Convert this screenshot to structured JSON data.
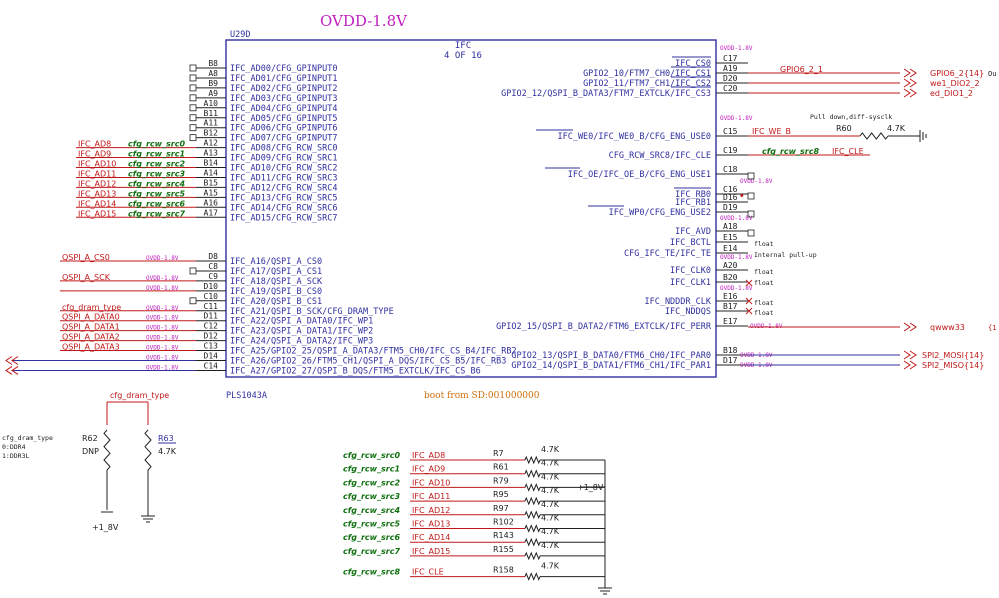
{
  "colors": {
    "blue": "#3030a0",
    "red": "#c01818",
    "green": "#107010",
    "pink": "#c020c0",
    "orange": "#d07010",
    "black": "#202020"
  },
  "header": {
    "title": "OVDD-1.8V",
    "ref": "U29D",
    "block": "IFC",
    "part": "4 OF 16",
    "footer": "PLS1043A"
  },
  "boot_note": "boot from SD:001000000",
  "rail": "OVDD-1.8V",
  "left_pins": [
    {
      "pin": "B8",
      "name": "IFC_AD00/CFG_GPINPUT0",
      "net": "",
      "sig": "",
      "nc": true
    },
    {
      "pin": "A8",
      "name": "IFC_AD01/CFG_GPINPUT1",
      "net": "",
      "sig": "",
      "nc": true
    },
    {
      "pin": "B9",
      "name": "IFC_AD02/CFG_GPINPUT2",
      "net": "",
      "sig": "",
      "nc": true
    },
    {
      "pin": "A9",
      "name": "IFC_AD03/CFG_GPINPUT3",
      "net": "",
      "sig": "",
      "nc": true
    },
    {
      "pin": "A10",
      "name": "IFC_AD04/CFG_GPINPUT4",
      "net": "",
      "sig": "",
      "nc": true
    },
    {
      "pin": "B11",
      "name": "IFC_AD05/CFG_GPINPUT5",
      "net": "",
      "sig": "",
      "nc": true
    },
    {
      "pin": "A11",
      "name": "IFC_AD06/CFG_GPINPUT6",
      "net": "",
      "sig": "",
      "nc": true
    },
    {
      "pin": "B12",
      "name": "IFC_AD07/CFG_GPINPUT7",
      "net": "",
      "sig": "",
      "nc": true
    },
    {
      "pin": "A12",
      "name": "IFC_AD08/CFG_RCW_SRC0",
      "net": "IFC_AD8",
      "sig": "cfg_rcw_src0",
      "nc": false
    },
    {
      "pin": "A13",
      "name": "IFC_AD09/CFG_RCW_SRC1",
      "net": "IFC_AD9",
      "sig": "cfg_rcw_src1",
      "nc": false
    },
    {
      "pin": "B14",
      "name": "IFC_AD10/CFG_RCW_SRC2",
      "net": "IFC_AD10",
      "sig": "cfg_rcw_src2",
      "nc": false
    },
    {
      "pin": "A14",
      "name": "IFC_AD11/CFG_RCW_SRC3",
      "net": "IFC_AD11",
      "sig": "cfg_rcw_src3",
      "nc": false
    },
    {
      "pin": "B15",
      "name": "IFC_AD12/CFG_RCW_SRC4",
      "net": "IFC_AD12",
      "sig": "cfg_rcw_src4",
      "nc": false
    },
    {
      "pin": "A15",
      "name": "IFC_AD13/CFG_RCW_SRC5",
      "net": "IFC_AD13",
      "sig": "cfg_rcw_src5",
      "nc": false
    },
    {
      "pin": "A16",
      "name": "IFC_AD14/CFG_RCW_SRC6",
      "net": "IFC_AD14",
      "sig": "cfg_rcw_src6",
      "nc": false
    },
    {
      "pin": "A17",
      "name": "IFC_AD15/CFG_RCW_SRC7",
      "net": "IFC_AD15",
      "sig": "cfg_rcw_src7",
      "nc": false
    }
  ],
  "left_pins2": [
    {
      "pin": "D8",
      "name": "IFC_A16/QSPI_A_CS0",
      "net": "QSPI_A_CS0",
      "rail": true,
      "nc": false
    },
    {
      "pin": "C8",
      "name": "IFC_A17/QSPI_A_CS1",
      "net": "",
      "rail": false,
      "nc": true
    },
    {
      "pin": "C9",
      "name": "IFC_A18/QSPI_A_SCK",
      "net": "QSPI_A_SCK",
      "rail": true,
      "nc": false
    },
    {
      "pin": "D10",
      "name": "IFC_A19/QSPI_B_CS0",
      "net": "",
      "rail": true,
      "nc": false
    },
    {
      "pin": "C10",
      "name": "IFC_A20/QSPI_B_CS1",
      "net": "",
      "rail": false,
      "nc": true
    },
    {
      "pin": "C11",
      "name": "IFC_A21/QSPI_B_SCK/CFG_DRAM_TYPE",
      "net": "cfg_dram_type",
      "rail": true,
      "nc": false
    },
    {
      "pin": "D11",
      "name": "IFC_A22/QSPI_A_DATA0/IFC_WP1",
      "net": "QSPI_A_DATA0",
      "rail": true,
      "nc": false
    },
    {
      "pin": "C12",
      "name": "IFC_A23/QSPI_A_DATA1/IFC_WP2",
      "net": "QSPI_A_DATA1",
      "rail": true,
      "nc": false
    },
    {
      "pin": "D12",
      "name": "IFC_A24/QSPI_A_DATA2/IFC_WP3",
      "net": "QSPI_A_DATA2",
      "rail": true,
      "nc": false
    },
    {
      "pin": "C13",
      "name": "IFC_A25/GPIO2_25/QSPI_A_DATA3/FTM5_CH0/IFC_CS_B4/IFC_RB2",
      "net": "QSPI_A_DATA3",
      "rail": true,
      "nc": false
    },
    {
      "pin": "D14",
      "name": "IFC_A26/GPIO2_26/FTM5_CH1/QSPI_A_DQS/IFC_CS_B5/IFC_RB3",
      "net": "",
      "rail": true,
      "nc": false
    },
    {
      "pin": "C14",
      "name": "IFC_A27/GPIO2_27/QSPI_B_DQS/FTM5_EXTCLK/IFC_CS_B6",
      "net": "",
      "rail": true,
      "nc": false
    }
  ],
  "right_pins": [
    {
      "pin": "C17",
      "name": "IFC_CS0",
      "net": "",
      "extra": ""
    },
    {
      "pin": "A19",
      "name": "GPIO2_10/FTM7_CH0/IFC_CS1",
      "net": "GPIO6_2_1",
      "extra": "GPIO6_2{14}"
    },
    {
      "pin": "D20",
      "name": "GPIO2_11/FTM7_CH1/IFC_CS2",
      "net": "",
      "extra": "we1_DIO2_2"
    },
    {
      "pin": "C20",
      "name": "GPIO2_12/QSPI_B_DATA3/FTM7_EXTCLK/IFC_CS3",
      "net": "",
      "extra": "ed_DIO1_2"
    },
    {
      "pin": "C15",
      "name": "IFC_WE0/IFC_WE0_B/CFG_ENG_USE0",
      "net": "IFC_WE_B",
      "extra": ""
    },
    {
      "pin": "C19",
      "name": "CFG_RCW_SRC8/IFC_CLE",
      "net": "IFC_CLE",
      "extra": "cfg_rcw_src8"
    },
    {
      "pin": "C18",
      "name": "IFC_OE/IFC_OE_B/CFG_ENG_USE1",
      "net": "",
      "extra": ""
    },
    {
      "pin": "C16",
      "name": "IFC_RB0",
      "net": "",
      "extra": ""
    },
    {
      "pin": "D16",
      "name": "IFC_RB1",
      "net": "",
      "extra": ""
    },
    {
      "pin": "D19",
      "name": "IFC_WP0/CFG_ENG_USE2",
      "net": "",
      "extra": ""
    },
    {
      "pin": "A18",
      "name": "IFC_AVD",
      "net": "",
      "extra": ""
    },
    {
      "pin": "E15",
      "name": "IFC_BCTL",
      "net": "",
      "extra": "float"
    },
    {
      "pin": "E14",
      "name": "CFG_IFC_TE/IFC_TE",
      "net": "",
      "extra": "Internal pull-up"
    },
    {
      "pin": "A20",
      "name": "IFC_CLK0",
      "net": "",
      "extra": "float"
    },
    {
      "pin": "B20",
      "name": "IFC_CLK1",
      "net": "",
      "extra": "float"
    },
    {
      "pin": "E16",
      "name": "IFC_NDDDR_CLK",
      "net": "",
      "extra": "float"
    },
    {
      "pin": "B17",
      "name": "IFC_NDDQS",
      "net": "",
      "extra": "float"
    },
    {
      "pin": "E17",
      "name": "GPIO2_15/QSPI_B_DATA2/FTM6_EXTCLK/IFC_PERR",
      "net": "",
      "extra": "qwww33"
    },
    {
      "pin": "B18",
      "name": "GPIO2_13/QSPI_B_DATA0/FTM6_CH0/IFC_PAR0",
      "net": "",
      "extra": "SPI2_MOSI{14}"
    },
    {
      "pin": "D17",
      "name": "GPIO2_14/QSPI_B_DATA1/FTM6_CH1/IFC_PAR1",
      "net": "",
      "extra": "SPI2_MISO{14}"
    }
  ],
  "pull_note": "Pull down,diff-sysclk",
  "r60": {
    "ref": "R60",
    "val": "4.7K"
  },
  "ref14": "{1",
  "dram": {
    "net": "cfg_dram_type",
    "r1": "R62",
    "r1v": "DNP",
    "r2": "R63",
    "r2v": "4.7K",
    "pwr": "+1_8V",
    "note1": "cfg_dram_type",
    "note2": "0:DDR4",
    "note3": "1:DDR3L"
  },
  "boot_res": [
    {
      "sig": "cfg_rcw_src0",
      "net": "IFC_AD8",
      "ref": "R7",
      "val": "4.7K"
    },
    {
      "sig": "cfg_rcw_src1",
      "net": "IFC_AD9",
      "ref": "R61",
      "val": "4.7K"
    },
    {
      "sig": "cfg_rcw_src2",
      "net": "IFC_AD10",
      "ref": "R79",
      "val": "4.7K"
    },
    {
      "sig": "cfg_rcw_src3",
      "net": "IFC_AD11",
      "ref": "R95",
      "val": "4.7K"
    },
    {
      "sig": "cfg_rcw_src4",
      "net": "IFC_AD12",
      "ref": "R97",
      "val": "4.7K"
    },
    {
      "sig": "cfg_rcw_src5",
      "net": "IFC_AD13",
      "ref": "R102",
      "val": "4.7K"
    },
    {
      "sig": "cfg_rcw_src6",
      "net": "IFC_AD14",
      "ref": "R143",
      "val": "4.7K"
    },
    {
      "sig": "cfg_rcw_src7",
      "net": "IFC_AD15",
      "ref": "R155",
      "val": "4.7K"
    },
    {
      "sig": "cfg_rcw_src8",
      "net": "IFC_CLE",
      "ref": "R158",
      "val": "4.7K"
    }
  ],
  "boot_pwr": "+1_8V"
}
